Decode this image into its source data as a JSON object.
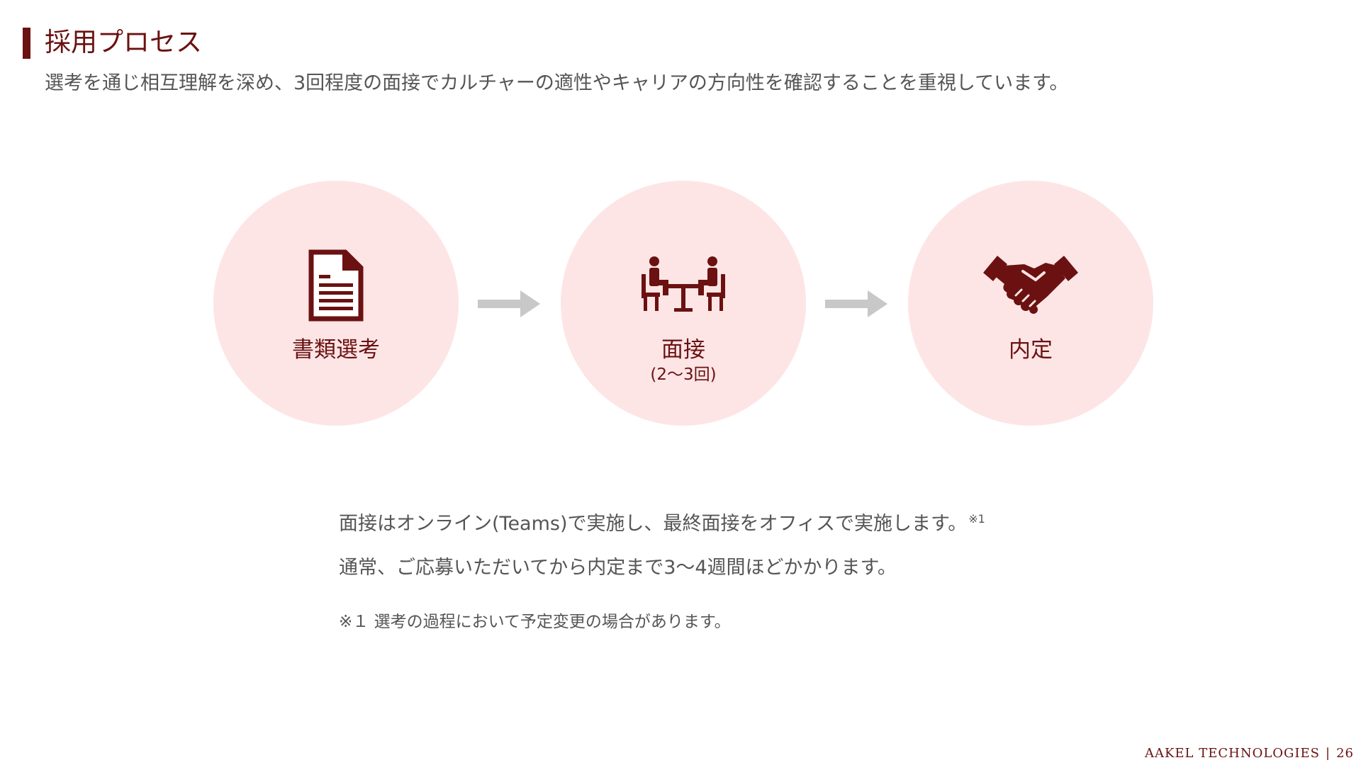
{
  "header": {
    "title": "採用プロセス",
    "subtitle": "選考を通じ相互理解を深め、3回程度の面接でカルチャーの適性やキャリアの方向性を確認することを重視しています。"
  },
  "process": {
    "steps": [
      {
        "label": "書類選考",
        "sublabel": "",
        "icon": "document-icon"
      },
      {
        "label": "面接",
        "sublabel": "(2〜3回)",
        "icon": "interview-icon"
      },
      {
        "label": "内定",
        "sublabel": "",
        "icon": "handshake-icon"
      }
    ],
    "arrow_icon": "arrow-right-icon"
  },
  "body": {
    "line1": "面接はオンライン(Teams)で実施し、最終面接をオフィスで実施します。",
    "line1_note": "※1",
    "line2": "通常、ご応募いただいてから内定まで3〜4週間ほどかかります。",
    "footnote": "※１ 選考の過程において予定変更の場合があります。"
  },
  "footer": {
    "company": "AAKEL TECHNOLOGIES",
    "separator": "|",
    "page_number": "26"
  },
  "colors": {
    "accent": "#6b1111",
    "circle": "#fde5e6",
    "arrow": "#c8c8c8",
    "text": "#555555"
  }
}
